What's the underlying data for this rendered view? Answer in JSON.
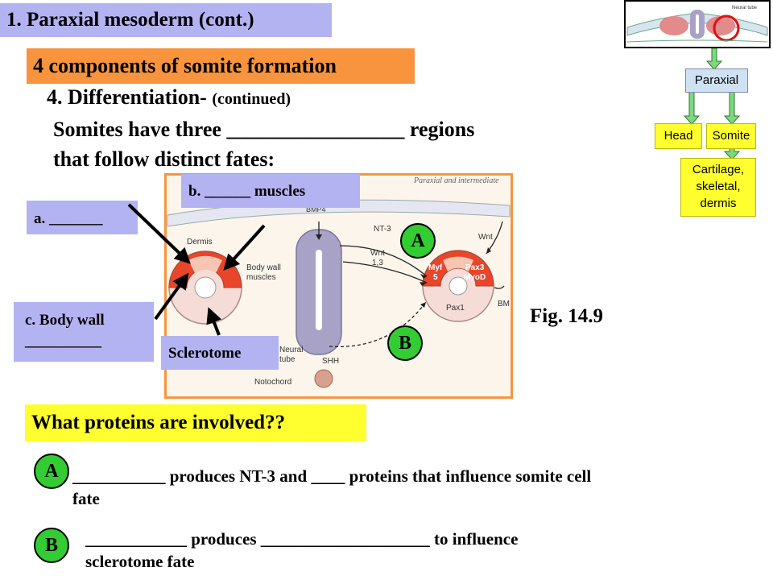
{
  "title": "1. Paraxial mesoderm (cont.)",
  "components_heading": "4 components of somite formation",
  "differentiation": {
    "label": "4. Differentiation-",
    "note": "(continued)"
  },
  "statement": {
    "line1": "Somites have three _________________ regions",
    "line2": "that follow distinct fates:"
  },
  "labels": {
    "a": "a. _______",
    "b": "b. ______ muscles",
    "c_line1": "c. Body wall",
    "c_line2": "__________",
    "sclerotome": "Sclerotome"
  },
  "figure": {
    "caption": "Fig. 14.9",
    "header": "Paraxial and intermediate",
    "dermis": "Dermis",
    "body_wall_muscles_1": "Body wall",
    "body_wall_muscles_2": "muscles",
    "bmp4": "BMP4",
    "nt3": "NT-3",
    "wnt13_1": "Wnt",
    "wnt13_2": "1,3",
    "wnt": "Wnt",
    "myf5_1": "Myf",
    "myf5_2": "5",
    "pax3_1": "Pax3",
    "pax3_2": "MyoD",
    "pax1": "Pax1",
    "bm": "BM",
    "neural_tube_1": "Neural",
    "neural_tube_2": "tube",
    "shh": "SHH",
    "notochord": "Notochord"
  },
  "markers": {
    "a": "A",
    "b": "B"
  },
  "question": "What proteins are involved??",
  "answers": {
    "a_line1": "___________  produces NT-3 and ____ proteins that influence somite cell",
    "a_line2": "fate",
    "b_line1": "____________ produces ____________________ to influence",
    "b_line2": "sclerotome fate"
  },
  "minimap": {
    "neural_tube": "Neural tube",
    "paraxial": "Paraxial",
    "head": "Head",
    "somite": "Somite",
    "fates_1": "Cartilage,",
    "fates_2": "skeletal,",
    "fates_3": "dermis"
  },
  "colors": {
    "title_bg": "#b3b3f2",
    "heading_bg": "#f7943d",
    "question_bg": "#ffff2f",
    "marker_green": "#33cc33",
    "somite_red": "#e8462a",
    "neural_tube": "#a7a2c6"
  }
}
